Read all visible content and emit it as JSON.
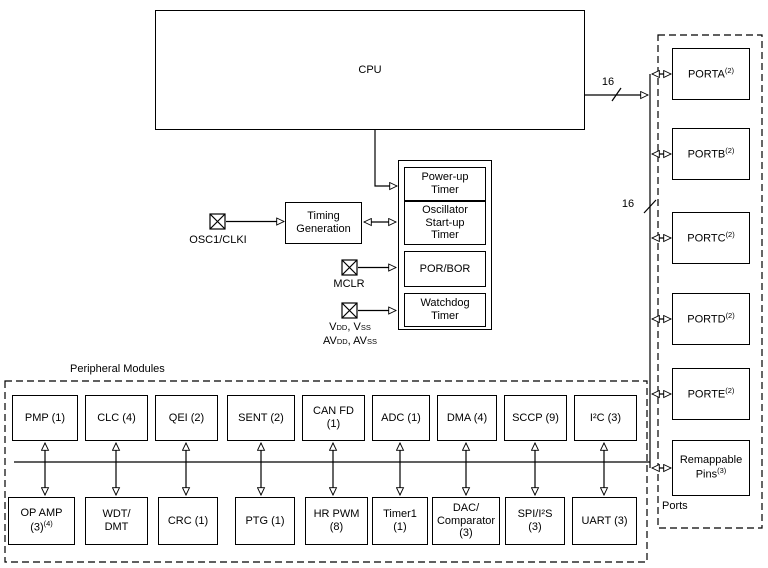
{
  "cpu": {
    "label": "CPU"
  },
  "bus": {
    "top_width": "16",
    "side_width": "16"
  },
  "clock": {
    "timing_generation": {
      "l1": "Timing",
      "l2": "Generation"
    }
  },
  "pins": {
    "osc": "OSC1/CLKI",
    "mclr": "MCLR",
    "power": {
      "l1a": "V",
      "l1b": "DD",
      "l1c": ", V",
      "l1d": "SS",
      "l2a": "AV",
      "l2b": "DD",
      "l2c": ", AV",
      "l2d": "SS"
    }
  },
  "timers": {
    "items": [
      {
        "l1": "Power-up",
        "l2": "Timer"
      },
      {
        "l1": "Oscillator",
        "l2": "Start-up",
        "l3": "Timer"
      },
      {
        "l1": "POR/BOR"
      },
      {
        "l1": "Watchdog",
        "l2": "Timer"
      }
    ]
  },
  "peripheral_modules": {
    "section_label": "Peripheral Modules",
    "row1": [
      {
        "l1": "PMP (1)"
      },
      {
        "l1": "CLC (4)"
      },
      {
        "l1": "QEI (2)"
      },
      {
        "l1": "SENT (2)"
      },
      {
        "l1": "CAN FD",
        "l2": "(1)"
      },
      {
        "l1": "ADC (1)"
      },
      {
        "l1": "DMA (4)"
      },
      {
        "l1": "SCCP (9)"
      },
      {
        "l1": "I²C (3)"
      }
    ],
    "row2": [
      {
        "l1": "OP AMP",
        "l2": "(3)",
        "l2sup": "(4)"
      },
      {
        "l1": "WDT/",
        "l2": "DMT"
      },
      {
        "l1": "CRC (1)"
      },
      {
        "l1": "PTG (1)"
      },
      {
        "l1": "HR PWM",
        "l2": "(8)"
      },
      {
        "l1": "Timer1",
        "l2": "(1)"
      },
      {
        "l1": "DAC/",
        "l2": "Comparator",
        "l3": "(3)"
      },
      {
        "l1": "SPI/I²S",
        "l2": "(3)"
      },
      {
        "l1": "UART (3)"
      }
    ]
  },
  "ports": {
    "section_label": "Ports",
    "items": [
      {
        "name": "PORTA",
        "sup": "(2)"
      },
      {
        "name": "PORTB",
        "sup": "(2)"
      },
      {
        "name": "PORTC",
        "sup": "(2)"
      },
      {
        "name": "PORTD",
        "sup": "(2)"
      },
      {
        "name": "PORTE",
        "sup": "(2)"
      },
      {
        "l1": "Remappable",
        "l2": "Pins",
        "sup": "(3)"
      }
    ]
  }
}
